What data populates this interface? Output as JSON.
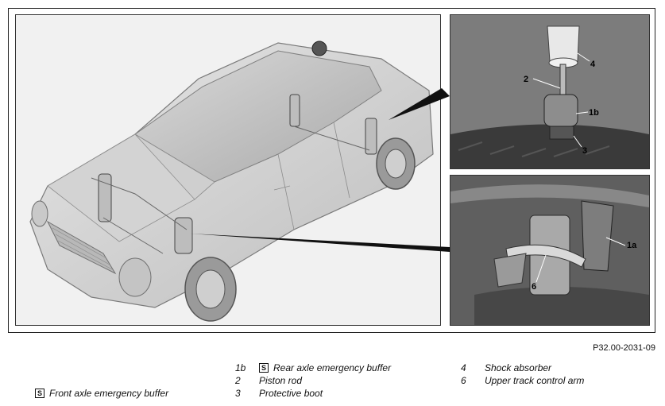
{
  "figure_code": "P32.00-2031-09",
  "symbol": "S",
  "callouts": {
    "rear": [
      "4",
      "2",
      "1b",
      "3"
    ],
    "front": [
      "1a",
      "6"
    ]
  },
  "legend": [
    {
      "key": "",
      "label": "Front axle emergency buffer",
      "has_symbol": true
    },
    {
      "key": "1b",
      "label": "Rear axle emergency buffer",
      "has_symbol": true
    },
    {
      "key": "2",
      "label": "Piston rod"
    },
    {
      "key": "3",
      "label": "Protective boot"
    },
    {
      "key": "4",
      "label": "Shock absorber"
    },
    {
      "key": "6",
      "label": "Upper track control arm"
    }
  ]
}
